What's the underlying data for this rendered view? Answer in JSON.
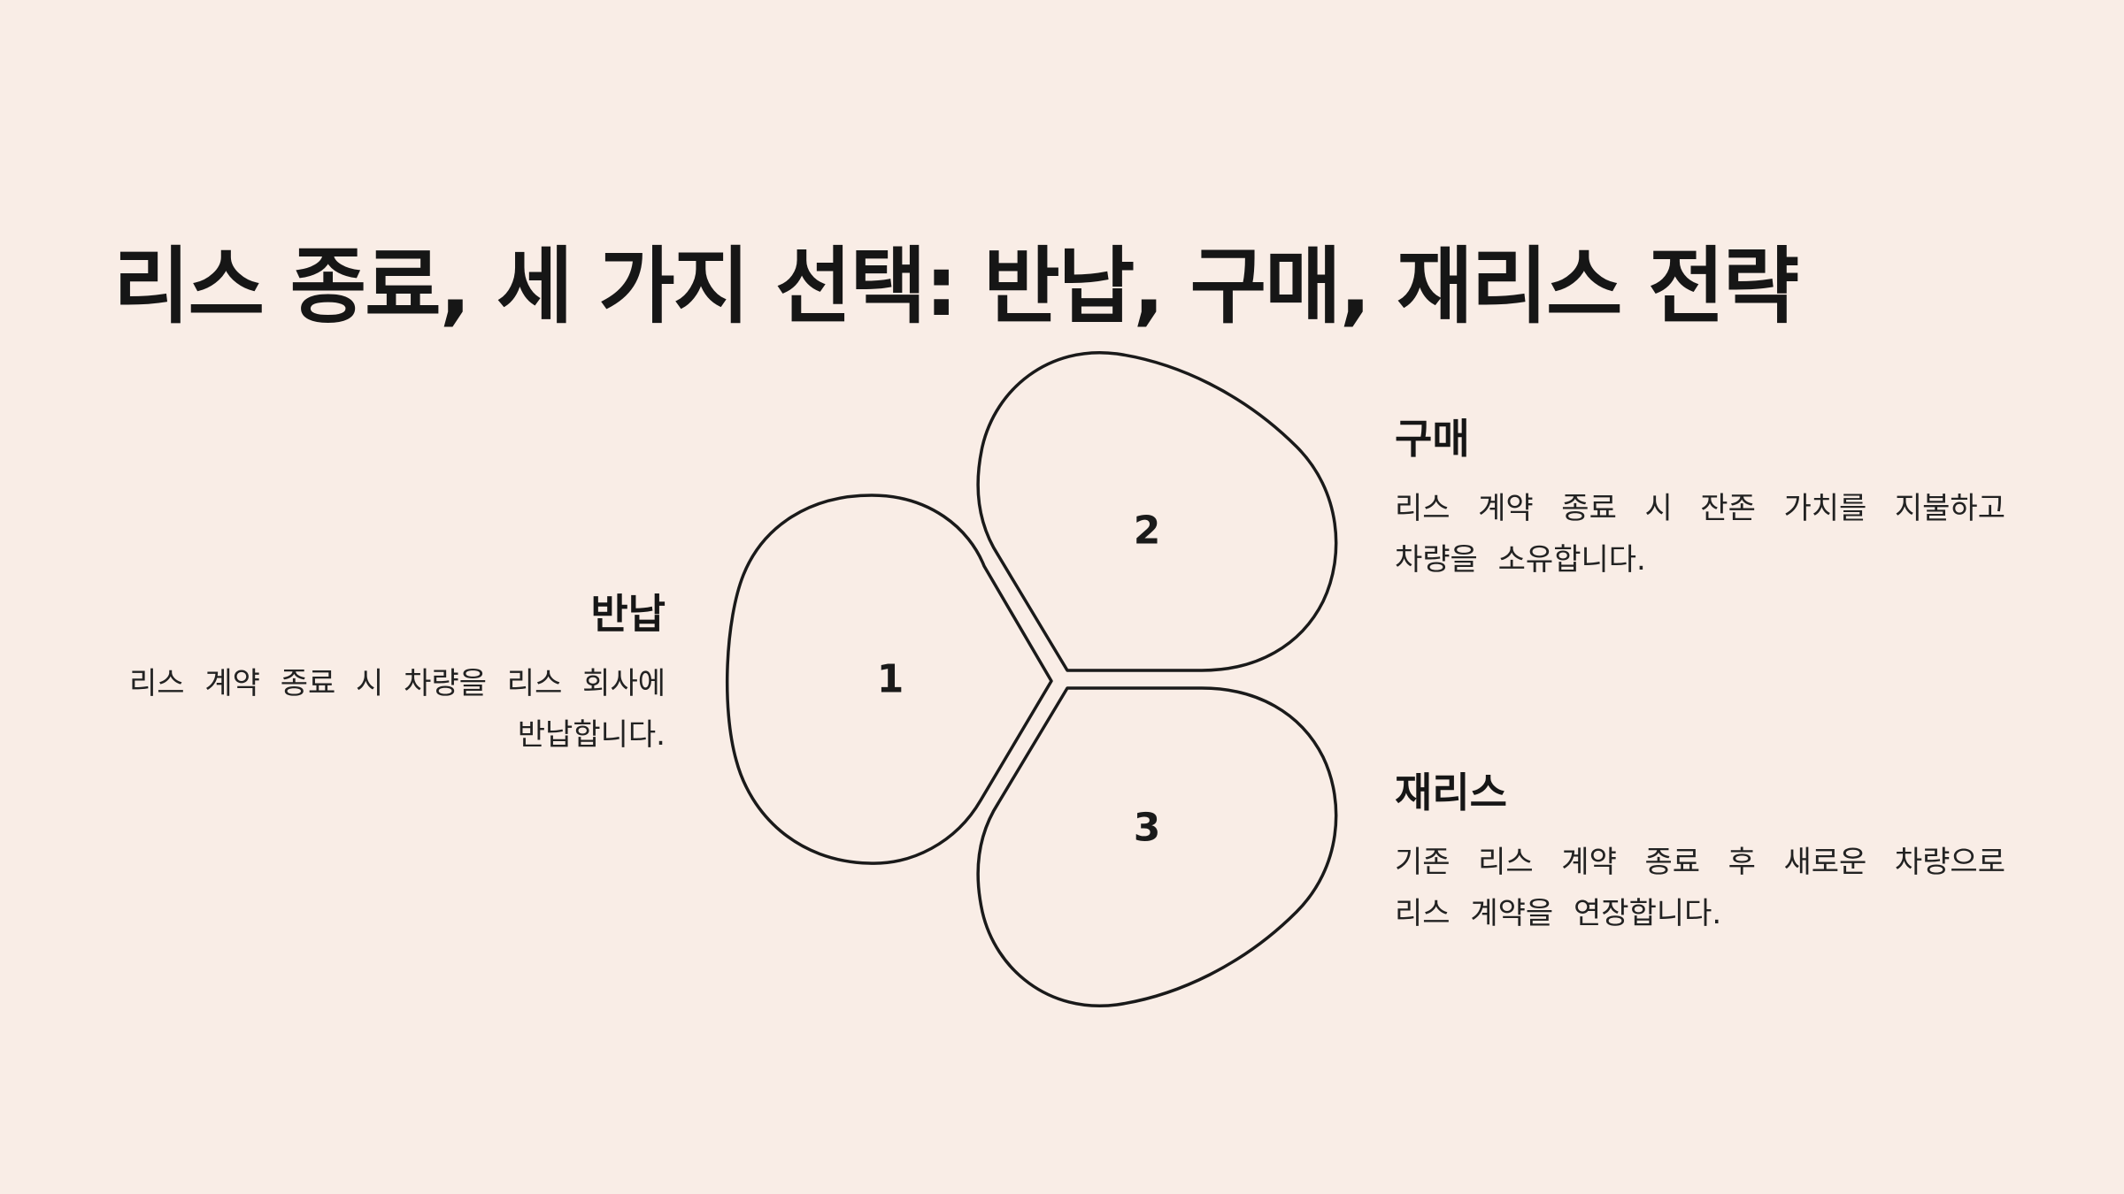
{
  "title": "리스 종료, 세 가지 선택: 반납, 구매, 재리스 전략",
  "petals": [
    {
      "number": "1"
    },
    {
      "number": "2"
    },
    {
      "number": "3"
    }
  ],
  "options": [
    {
      "title": "반납",
      "description": "리스 계약 종료 시 차량을 리스 회사에 반납합니다."
    },
    {
      "title": "구매",
      "description": "리스 계약 종료 시 잔존 가치를 지불하고 차량을 소유합니다."
    },
    {
      "title": "재리스",
      "description": "기존 리스 계약 종료 후 새로운 차량으로 리스 계약을 연장합니다."
    }
  ],
  "colors": {
    "background": "#f9ede6",
    "ink": "#1a1a1a"
  }
}
